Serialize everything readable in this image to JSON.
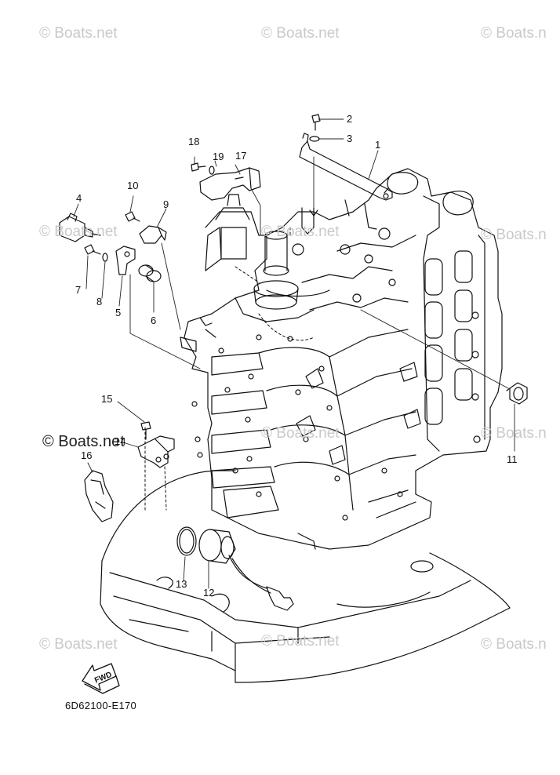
{
  "diagram": {
    "code": "6D62100-E170",
    "fwd_label": "FWD"
  },
  "watermark": {
    "text": "© Boats.net",
    "partial_text": "© Boats.n"
  },
  "callouts": [
    "1",
    "2",
    "3",
    "4",
    "5",
    "6",
    "7",
    "8",
    "9",
    "10",
    "11",
    "12",
    "13",
    "14",
    "15",
    "16",
    "17",
    "18",
    "19"
  ],
  "colors": {
    "line": "#111111",
    "leader": "#222222",
    "watermark": "#c9c9c9"
  }
}
